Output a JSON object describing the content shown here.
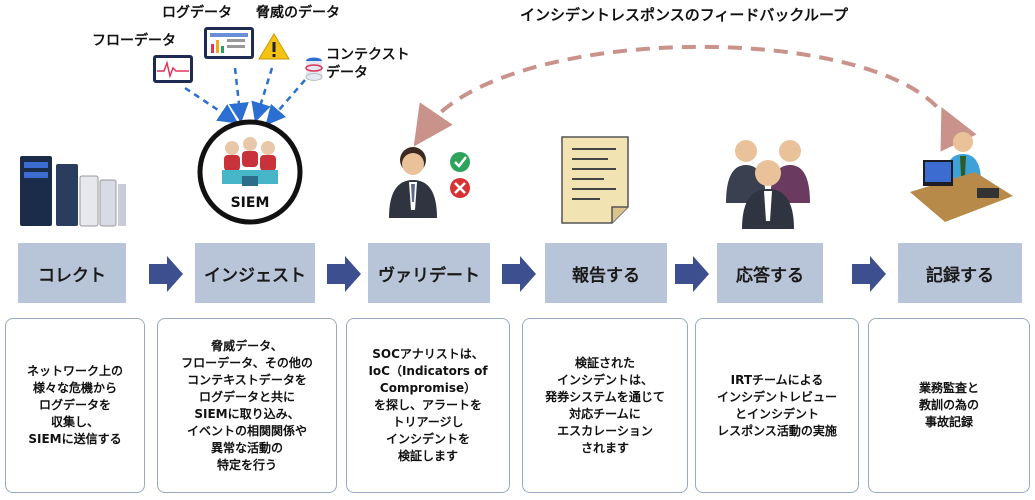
{
  "sources": {
    "flow": "フローデータ",
    "log": "ログデータ",
    "threat": "脅威のデータ",
    "context": "コンテクスト\nデータ"
  },
  "siem_label": "SIEM",
  "feedback_label": "インシデントレスポンスのフィードバックループ",
  "stages": [
    {
      "label": "コレクト",
      "desc": "ネットワーク上の\n様々な危機から\nログデータを\n収集し、\nSIEMに送信する"
    },
    {
      "label": "インジェスト",
      "desc": "脅威データ、\nフローデータ、その他の\nコンテキストデータを\nログデータと共に\nSIEMに取り込み、\nイベントの相関関係や\n異常な活動の\n特定を行う"
    },
    {
      "label": "ヴァリデート",
      "desc": "SOCアナリストは、\nIoC（Indicators of\nCompromise）\nを探し、アラートを\nトリアージし\nインシデントを\n検証します"
    },
    {
      "label": "報告する",
      "desc": "検証された\nインシデントは、\n発券システムを通じて\n対応チームに\nエスカレーション\nされます"
    },
    {
      "label": "応答する",
      "desc": "IRTチームによる\nインシデントレビュー\nとインシデント\nレスポンス活動の実施"
    },
    {
      "label": "記録する",
      "desc": "業務監査と\n教訓の為の\n事故記録"
    }
  ],
  "colors": {
    "stage_bg": "#b8c4d8",
    "arrow": "#3d4f8f",
    "feedback": "#c9928a",
    "dashed_blue": "#2a6fd1"
  }
}
